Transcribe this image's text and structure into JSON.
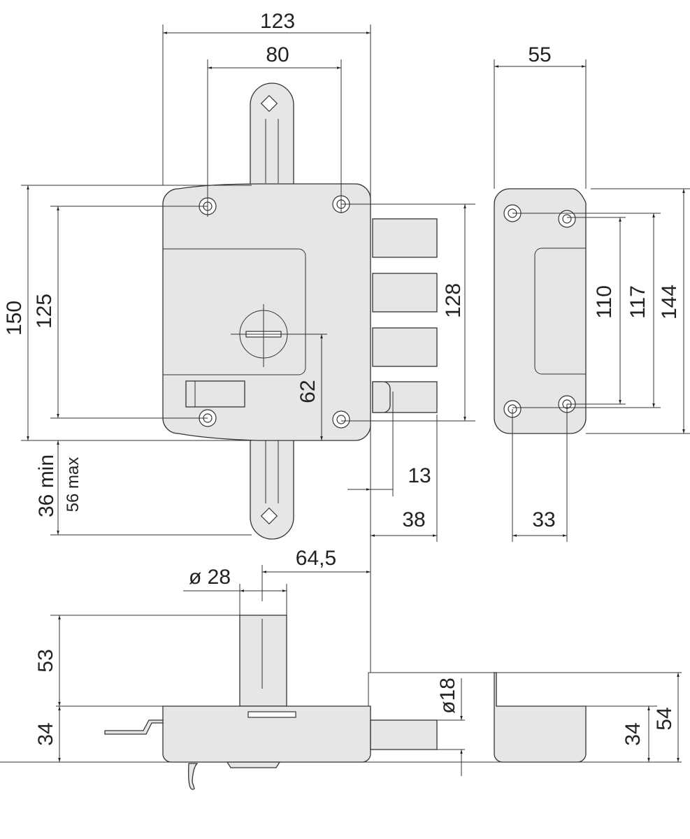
{
  "title": "Rim lock dimensional drawing",
  "dimensions": {
    "width_123": "123",
    "holes_80": "80",
    "side_55": "55",
    "height_150": "150",
    "holes_125": "125",
    "bolts_128": "128",
    "key_62": "62",
    "min_36": "36 min",
    "max_56": "56 max",
    "latch_13": "13",
    "bolt_38": "38",
    "keeper_33": "33",
    "keeper_110": "110",
    "keeper_117": "117",
    "keeper_144": "144",
    "backset_645": "64,5",
    "cyl_28": "ø 28",
    "cyl_53": "53",
    "depth_34": "34",
    "bolt_18": "ø18",
    "keeper_34": "34",
    "keeper_54": "54"
  }
}
